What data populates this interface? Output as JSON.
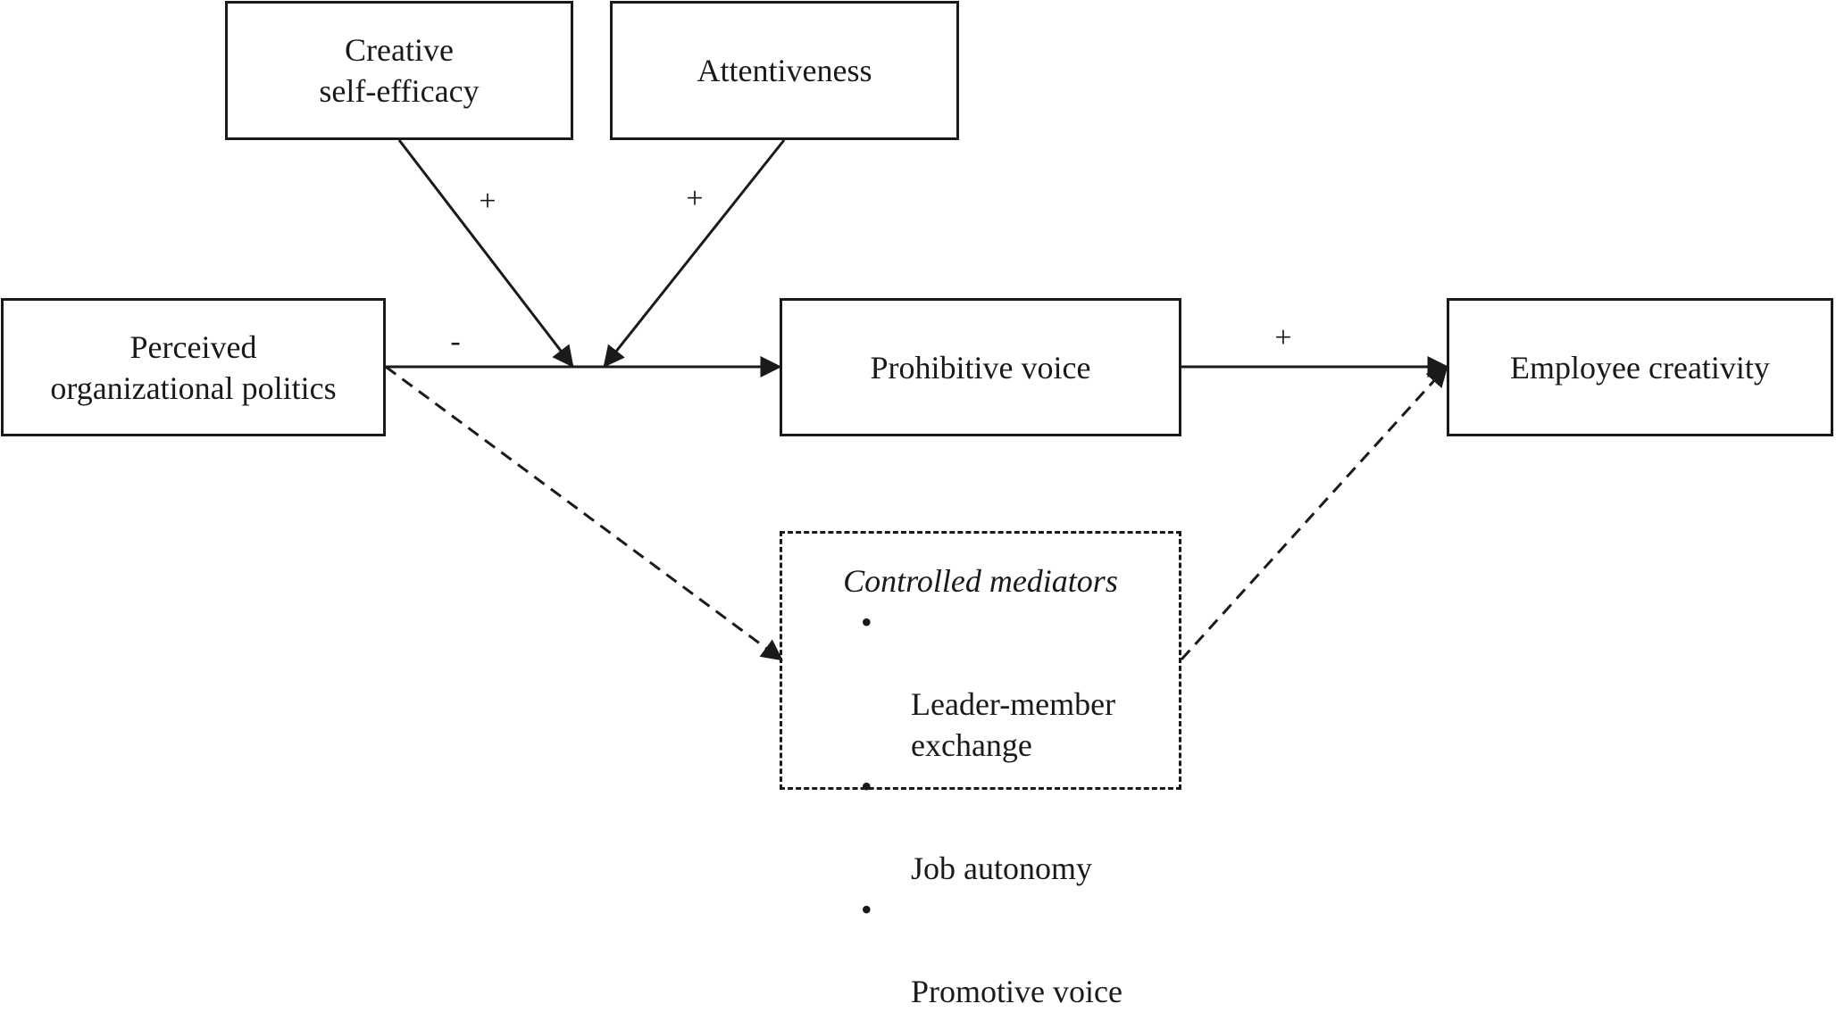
{
  "boxes": {
    "creative_self_efficacy": "Creative\nself-efficacy",
    "attentiveness": "Attentiveness",
    "perceived_organizational_politics": "Perceived\norganizational politics",
    "prohibitive_voice": "Prohibitive voice",
    "employee_creativity": "Employee creativity"
  },
  "signs": {
    "creative_self_efficacy_path": "+",
    "attentiveness_path": "+",
    "politics_to_voice": "-",
    "voice_to_creativity": "+"
  },
  "controlled_mediators": {
    "title": "Controlled mediators",
    "bullet": "•",
    "items": [
      "Leader-member\nexchange",
      "Job autonomy",
      "Promotive voice"
    ]
  }
}
